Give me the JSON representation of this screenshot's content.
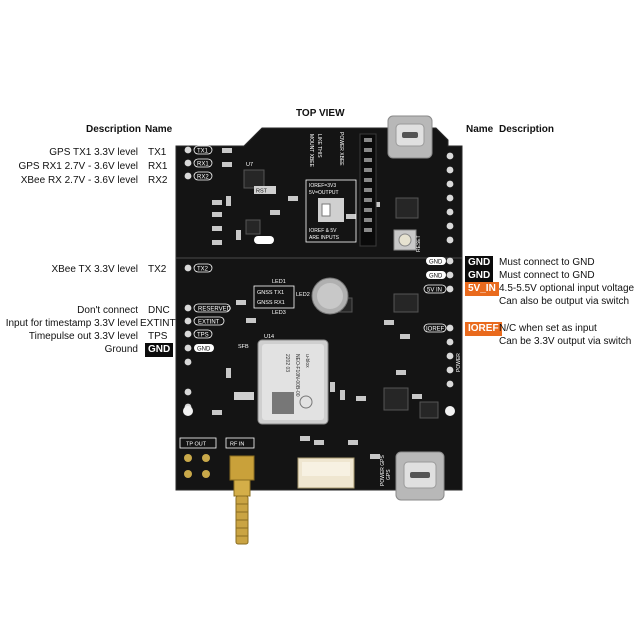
{
  "title": "TOP VIEW",
  "left_headers": {
    "description": "Description",
    "name": "Name"
  },
  "right_headers": {
    "name": "Name",
    "description": "Description"
  },
  "left_rows": [
    {
      "description": "GPS TX1 3.3V level",
      "name": "TX1"
    },
    {
      "description": "GPS RX1 2.7V - 3.6V level",
      "name": "RX1"
    },
    {
      "description": "XBee RX 2.7V - 3.6V level",
      "name": "RX2"
    },
    {
      "description": "XBee TX 3.3V level",
      "name": "TX2"
    },
    {
      "description": "Don't connect",
      "name": "DNC"
    },
    {
      "description": "Input for timestamp 3.3V level",
      "name": "EXTINT"
    },
    {
      "description": "Timepulse out 3.3V level",
      "name": "TPS"
    },
    {
      "description": "Ground",
      "name": "GND"
    }
  ],
  "right_rows": [
    {
      "name": "GND",
      "description": "Must connect to GND",
      "style": "black"
    },
    {
      "name": "GND",
      "description": "Must connect to GND",
      "style": "black"
    },
    {
      "name": "5V_IN",
      "description": "4.5-5.5V optional input voltage",
      "description2": "Can also be output via switch",
      "style": "orange"
    },
    {
      "name": "IOREF",
      "description": "N/C when set as input",
      "description2": "Can be 3.3V output via switch",
      "style": "orange"
    }
  ],
  "silkscreen": {
    "tx1": "TX1",
    "rx1": "RX1",
    "rx2": "RX2",
    "tx2": "TX2",
    "reserved": "RESERVED",
    "extint": "EXTINT",
    "tps": "TPS",
    "gnd": "GND",
    "gnd_r1": "GND",
    "gnd_r2": "GND",
    "v5in": "5V IN",
    "ioref": "IOREF",
    "rst": "RST",
    "gnss_tx1": "GNSS TX1",
    "gnss_rx1": "GNSS RX1",
    "led1": "LED1",
    "led2": "LED2",
    "led3": "LED3",
    "sfb": "SFB",
    "tp_out": "TP OUT",
    "rf_in": "RF IN",
    "reset": "RESET",
    "u7": "U7",
    "u14": "U14",
    "mount_xbee": "MOUNT XBEE",
    "like_this": "LIKE THIS",
    "power_xbee": "POWER XBEE",
    "ioref_switch1": "IOREF=3V3",
    "ioref_switch2": "5V=OUTPUT",
    "ioref_switch3": "IOREF & 5V",
    "ioref_switch4": "ARE INPUTS",
    "power_gps": "POWER GPS",
    "gps": "GPS",
    "power": "POWER",
    "module1": "NEO-F10N-00B-00",
    "module2": "2202 03",
    "module3": "u-blox"
  }
}
